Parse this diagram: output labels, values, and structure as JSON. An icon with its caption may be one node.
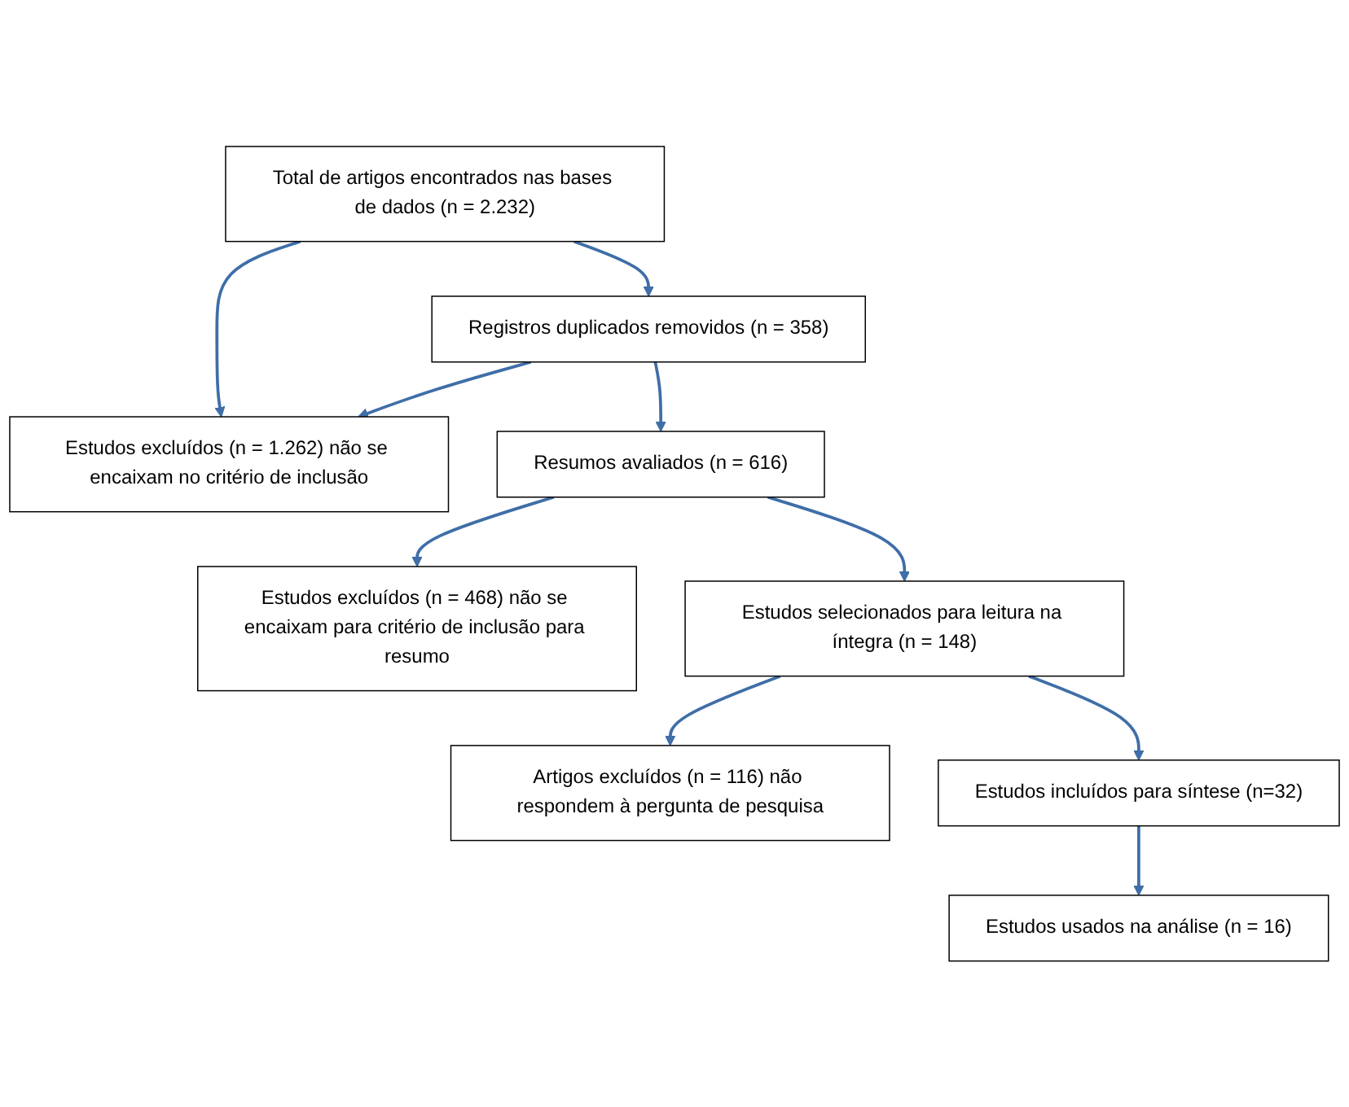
{
  "diagram": {
    "nodes": [
      {
        "text": [
          "Total de artigos encontrados nas bases de dados (n = 2.232)"
        ]
      },
      {
        "text": [
          "Registros duplicados removidos (n = 358)"
        ]
      },
      {
        "text": [
          "Estudos excluídos (n = 1.262) não se encaixam no critério de inclusão"
        ]
      },
      {
        "text": [
          "Resumos avaliados (n = 616)"
        ]
      },
      {
        "text": [
          "Estudos excluídos (n = 468) não se encaixam para critério de inclusão para resumo"
        ]
      },
      {
        "text": [
          "Estudos selecionados para leitura na íntegra (n = 148)"
        ]
      },
      {
        "text": [
          "Artigos excluídos (n = 116) não respondem à pergunta de pesquisa"
        ]
      },
      {
        "text": [
          "Estudos incluídos para síntese (n=32)"
        ]
      },
      {
        "text": [
          "Estudos usados na análise (n = 16)"
        ]
      }
    ],
    "edges": [
      {
        "from": 0,
        "to": 1,
        "arrow": "to"
      },
      {
        "from": 0,
        "to": 2,
        "arrow": "to"
      },
      {
        "from": 1,
        "to": 2,
        "arrow": "to"
      },
      {
        "from": 1,
        "to": 3,
        "arrow": "to"
      },
      {
        "from": 3,
        "to": 4,
        "arrow": "to"
      },
      {
        "from": 3,
        "to": 5,
        "arrow": "to"
      },
      {
        "from": 5,
        "to": 6,
        "arrow": "to"
      },
      {
        "from": 5,
        "to": 7,
        "arrow": "to"
      },
      {
        "from": 7,
        "to": 8,
        "arrow": "to"
      }
    ]
  }
}
